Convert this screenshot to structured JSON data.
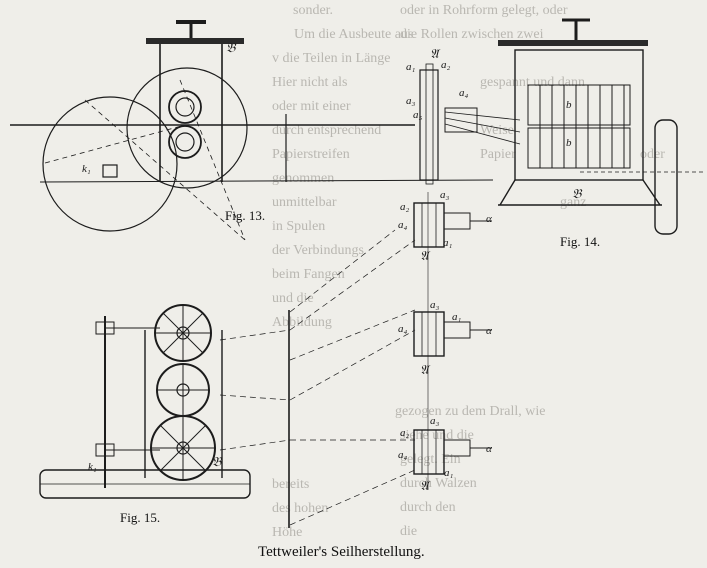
{
  "figure_title": "Tettweiler's Seilherstellung.",
  "captions": {
    "fig13": "Fig. 13.",
    "fig14": "Fig. 14.",
    "fig15": "Fig. 15."
  },
  "labels": {
    "B": "𝔅",
    "b": "b",
    "k1": "k₁",
    "a": "𝔄",
    "a1": "a₁",
    "a2": "a₂",
    "a3": "a₃",
    "a4": "a₄",
    "a5": "a₅",
    "alpha": "α"
  },
  "background_text": [
    "sonder.",
    "Um die Ausbeute aus",
    "v die Teilen in Länge",
    "Hier nicht als",
    "oder mit einer",
    "durch entsprechend",
    "Papierstreifen",
    "genommen",
    "unmittelbar",
    "in Spulen",
    "der Verbindungs",
    "beim Fangen",
    "und die",
    "Abbildung",
    "oder in Rohrform gelegt, oder",
    "die Rollen zwischen zwei",
    "gespannt und dann",
    "Weise",
    "oder",
    "Papier",
    "ganz",
    "gezogen zu dem Drall, wie",
    "siehe und die",
    "gelegt. Ein",
    "durch Walzen",
    "durch den",
    "die",
    "des hohen",
    "bereits",
    "Höhe"
  ]
}
